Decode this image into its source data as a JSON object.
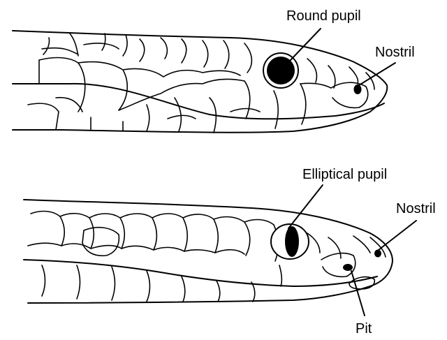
{
  "top_head": {
    "labels": {
      "pupil": "Round pupil",
      "nostril": "Nostril"
    }
  },
  "bottom_head": {
    "labels": {
      "pupil": "Elliptical pupil",
      "nostril": "Nostril",
      "pit": "Pit"
    }
  }
}
